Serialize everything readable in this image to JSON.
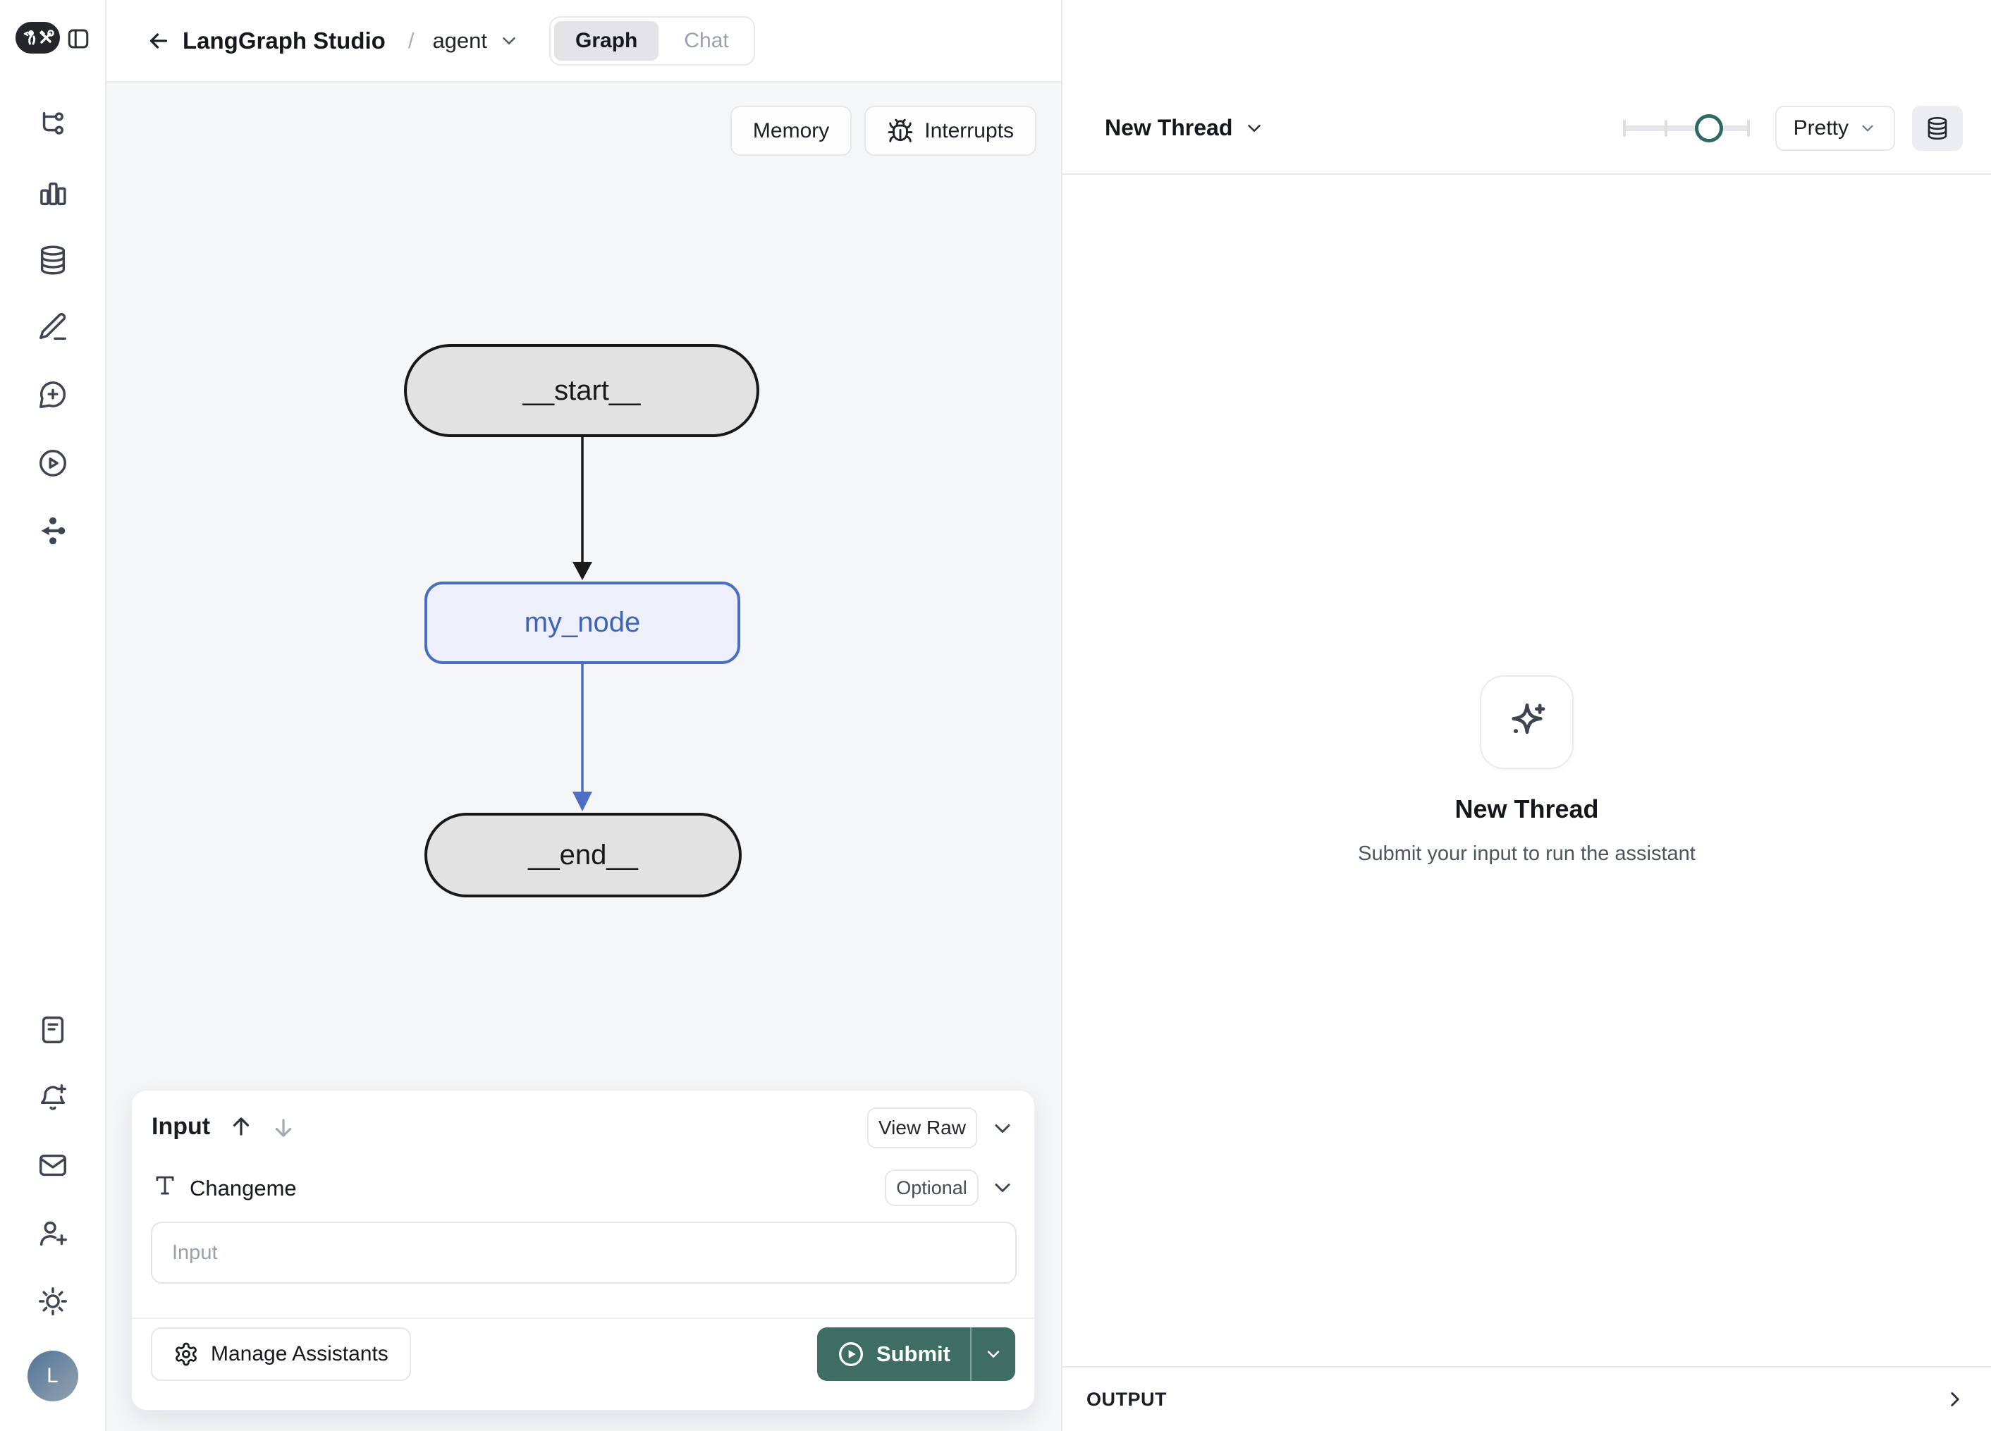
{
  "titlebar": {
    "app_title": "LangGraph Studio",
    "separator": "/",
    "graph_name": "agent",
    "view_tabs": {
      "graph": "Graph",
      "chat": "Chat"
    }
  },
  "canvas": {
    "memory_button": "Memory",
    "interrupts_button": "Interrupts",
    "graph": {
      "start_node": "__start__",
      "middle_node": "my_node",
      "end_node": "__end__"
    }
  },
  "thread_panel": {
    "title": "New Thread",
    "render_mode": "Pretty",
    "zoom_slider_pct": 68,
    "empty_state": {
      "title": "New Thread",
      "subtitle": "Submit your input to run the assistant"
    },
    "output_label": "OUTPUT"
  },
  "input_panel": {
    "title": "Input",
    "view_raw": "View Raw",
    "field_label": "Changeme",
    "field_badge": "Optional",
    "field_placeholder": "Input",
    "manage_assistants": "Manage Assistants",
    "submit": "Submit"
  },
  "rail": {
    "avatar_initial": "L"
  },
  "colors": {
    "accent_teal": "#3d6d63",
    "slider_teal": "#2e6a62",
    "node_gray_fill": "#e2e2e3",
    "node_blue_fill": "#edf0fa",
    "node_blue_border": "#4a6fc0",
    "edge_black": "#1a1a1a",
    "edge_blue": "#4a6fc4"
  }
}
